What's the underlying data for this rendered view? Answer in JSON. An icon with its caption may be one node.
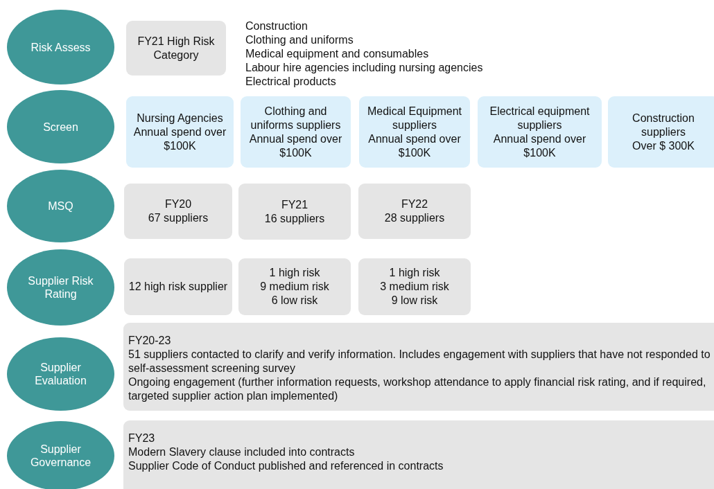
{
  "diagram": {
    "nodes": [
      {
        "text": [
          "Risk Assess"
        ]
      },
      {
        "text": [
          "FY21 High Risk Category"
        ]
      },
      {
        "text": [
          "Screen"
        ]
      },
      {
        "text": [
          "Nursing Agencies",
          "Annual spend over $100K"
        ]
      },
      {
        "text": [
          "Clothing and uniforms suppliers",
          "Annual spend over $100K"
        ]
      },
      {
        "text": [
          "Medical Equipment suppliers",
          "Annual spend over $100K"
        ]
      },
      {
        "text": [
          "Electrical equipment suppliers",
          "Annual spend over $100K"
        ]
      },
      {
        "text": [
          "Construction suppliers",
          "Over $ 300K"
        ]
      },
      {
        "text": [
          "MSQ"
        ]
      },
      {
        "text": [
          "FY20",
          "67 suppliers"
        ]
      },
      {
        "text": [
          "FY21",
          "16 suppliers"
        ]
      },
      {
        "text": [
          "FY22",
          "28 suppliers"
        ]
      },
      {
        "text": [
          "Supplier Risk Rating"
        ]
      },
      {
        "text": [
          "12 high risk supplier"
        ]
      },
      {
        "text": [
          "1 high risk",
          "9 medium risk",
          "6 low risk"
        ]
      },
      {
        "text": [
          "1 high risk",
          "3 medium risk",
          "9 low risk"
        ]
      },
      {
        "text": [
          "Supplier Evaluation"
        ]
      },
      {
        "text": [
          "FY20-23",
          "51 suppliers contacted to clarify and verify information. Includes engagement with suppliers that have not responded to self-assessment screening survey",
          "Ongoing engagement (further information requests, workshop attendance to apply financial risk rating, and if required, targeted supplier action plan implemented)"
        ]
      },
      {
        "text": [
          "Supplier Governance"
        ]
      },
      {
        "text": [
          "FY23",
          "Modern Slavery clause included into contracts",
          "Supplier Code of Conduct published and referenced in contracts"
        ]
      }
    ],
    "labels": [
      "Construction",
      "Clothing and uniforms",
      "Medical equipment and consumables",
      "Labour hire agencies including nursing agencies",
      "Electrical products"
    ]
  }
}
